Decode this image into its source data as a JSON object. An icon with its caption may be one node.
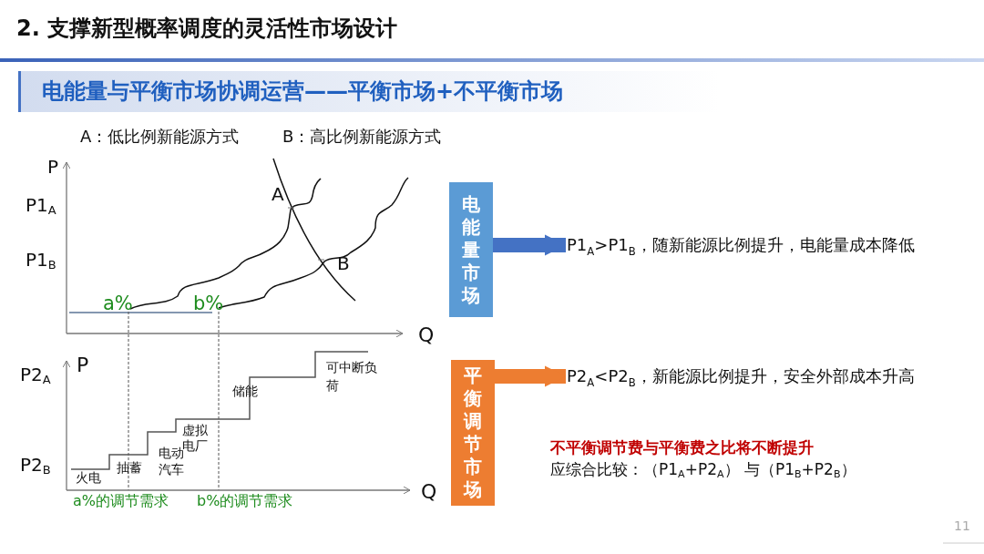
{
  "diagram": {
    "title": "2. 支撑新型概率调度的灵活性市场设计",
    "nodes": [
      {
        "text": [
          "电能量市场"
        ]
      },
      {
        "text": [
          "P1$_{A}$>P1$_{B}$，随新能源比例提升，电能量成本降低"
        ]
      },
      {
        "text": [
          "平衡调节市场"
        ]
      },
      {
        "text": [
          "P2$_{A}$<P2$_{B}$，新能源比例提升，安全外部成本升高"
        ]
      }
    ],
    "edges": [
      {
        "from": 0,
        "to": 1,
        "arrow": "to",
        "color": "#4472c4"
      },
      {
        "from": 2,
        "to": 3,
        "arrow": "to",
        "color": "#ed7d31"
      }
    ],
    "labels": [
      "电能量与平衡市场协调运营——平衡市场+不平衡市场",
      "A：低比例新能源方式",
      "B：高比例新能源方式",
      "P",
      "P1$_{A}$",
      "A",
      "P1$_{B}$",
      "B",
      "a%",
      "b%",
      "Q",
      "可中断负荷",
      "P2$_{A}$",
      "P",
      "储能",
      "虚拟电厂",
      "电动汽车",
      "P2$_{B}$",
      "抽蓄",
      "火电",
      "Q",
      "a%的调节需求",
      "b%的调节需求",
      "不平衡调节费与平衡费之比将不断提升",
      "应综合比较：（P1$_{A}$+P2$_{A}$） 与（P1$_{B}$+P2$_{B}$）",
      "11"
    ]
  }
}
